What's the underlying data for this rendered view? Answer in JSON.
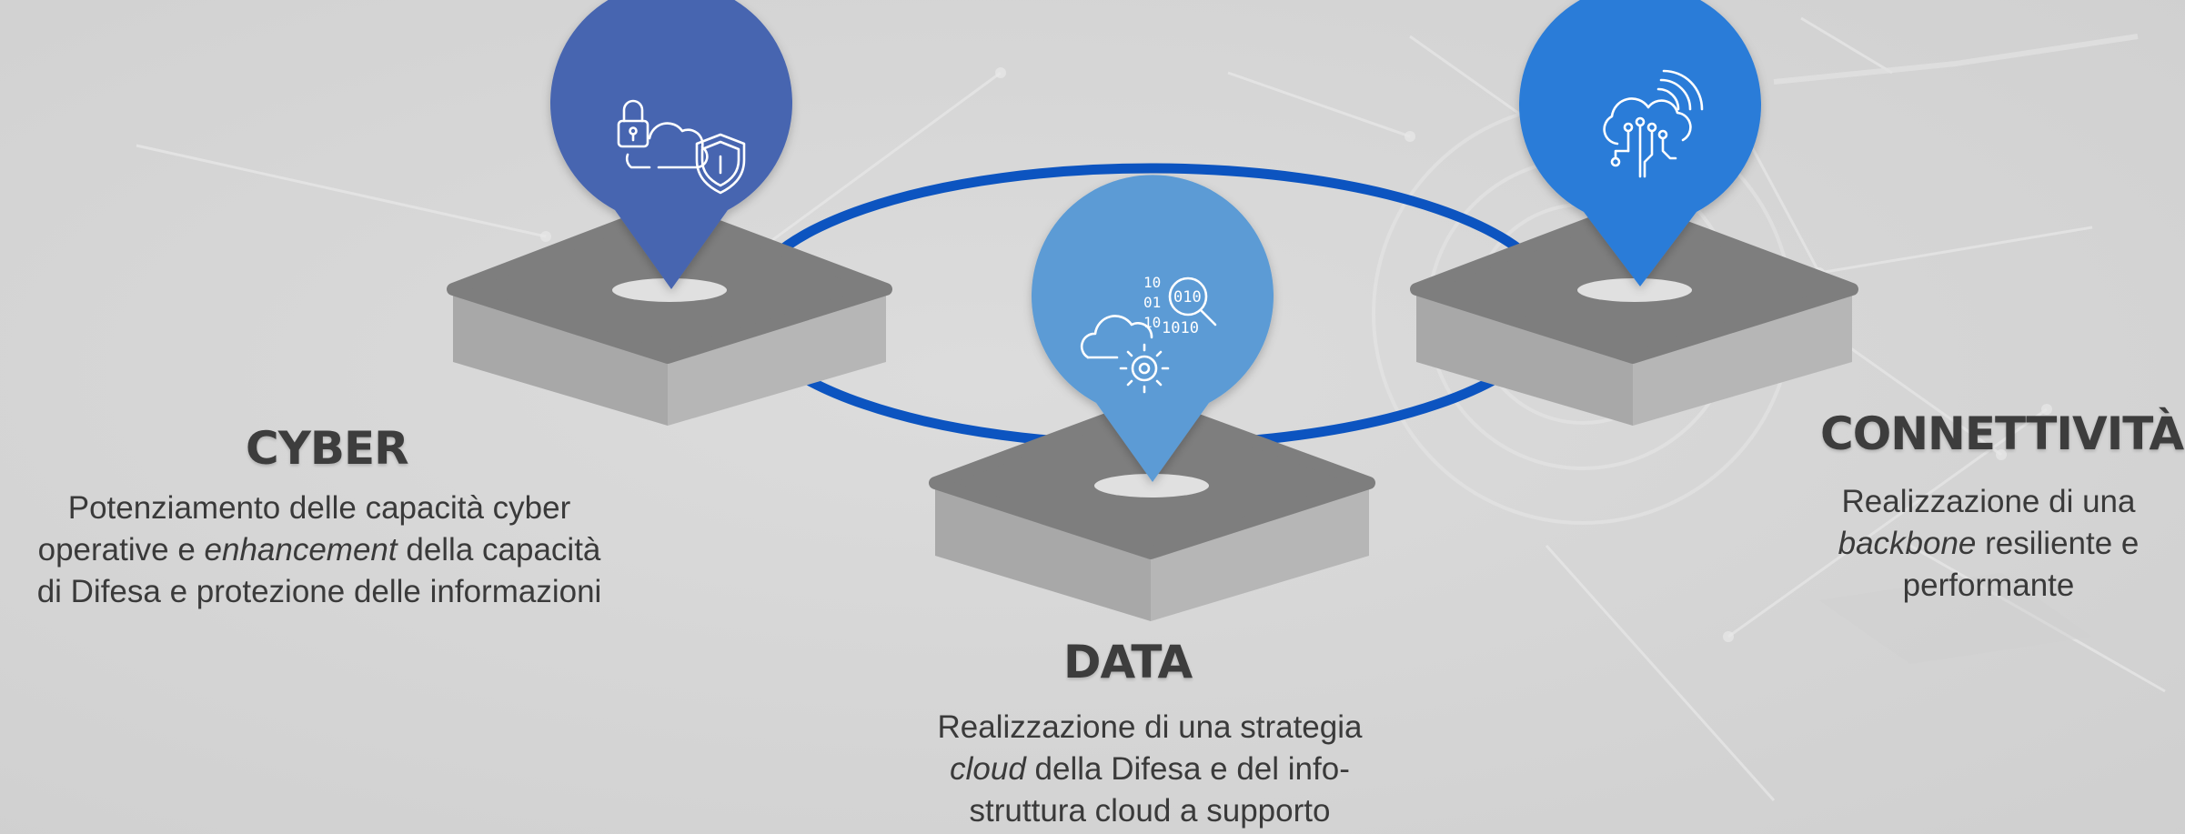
{
  "pillars": [
    {
      "id": "cyber",
      "title": "CYBER",
      "icon": "lock-cloud-shield-icon",
      "color": "#4765b0",
      "desc_lines": [
        [
          {
            "t": "Potenziamento delle capacità cyber"
          }
        ],
        [
          {
            "t": "operative e "
          },
          {
            "t": "enhancement",
            "i": true
          },
          {
            "t": " della capacità"
          }
        ],
        [
          {
            "t": "di Difesa e protezione delle informazioni"
          }
        ]
      ]
    },
    {
      "id": "data",
      "title": "DATA",
      "icon": "binary-search-cloud-gear-icon",
      "color": "#5b9bd5",
      "desc_lines": [
        [
          {
            "t": "Realizzazione di una strategia"
          }
        ],
        [
          {
            "t": "cloud",
            "i": true
          },
          {
            "t": " della Difesa e del info-"
          }
        ],
        [
          {
            "t": "struttura cloud a supporto"
          }
        ]
      ]
    },
    {
      "id": "connettivita",
      "title": "CONNETTIVITÀ",
      "icon": "cloud-circuit-wireless-icon",
      "color": "#2b7cd8",
      "desc_lines": [
        [
          {
            "t": "Realizzazione di una"
          }
        ],
        [
          {
            "t": "backbone",
            "i": true
          },
          {
            "t": " resiliente e"
          }
        ],
        [
          {
            "t": "performante"
          }
        ]
      ]
    }
  ],
  "ring_color": "#0c54c0",
  "icon_glyphs": {
    "data_binary": [
      "10",
      "01",
      "10",
      "010",
      "1010"
    ]
  }
}
